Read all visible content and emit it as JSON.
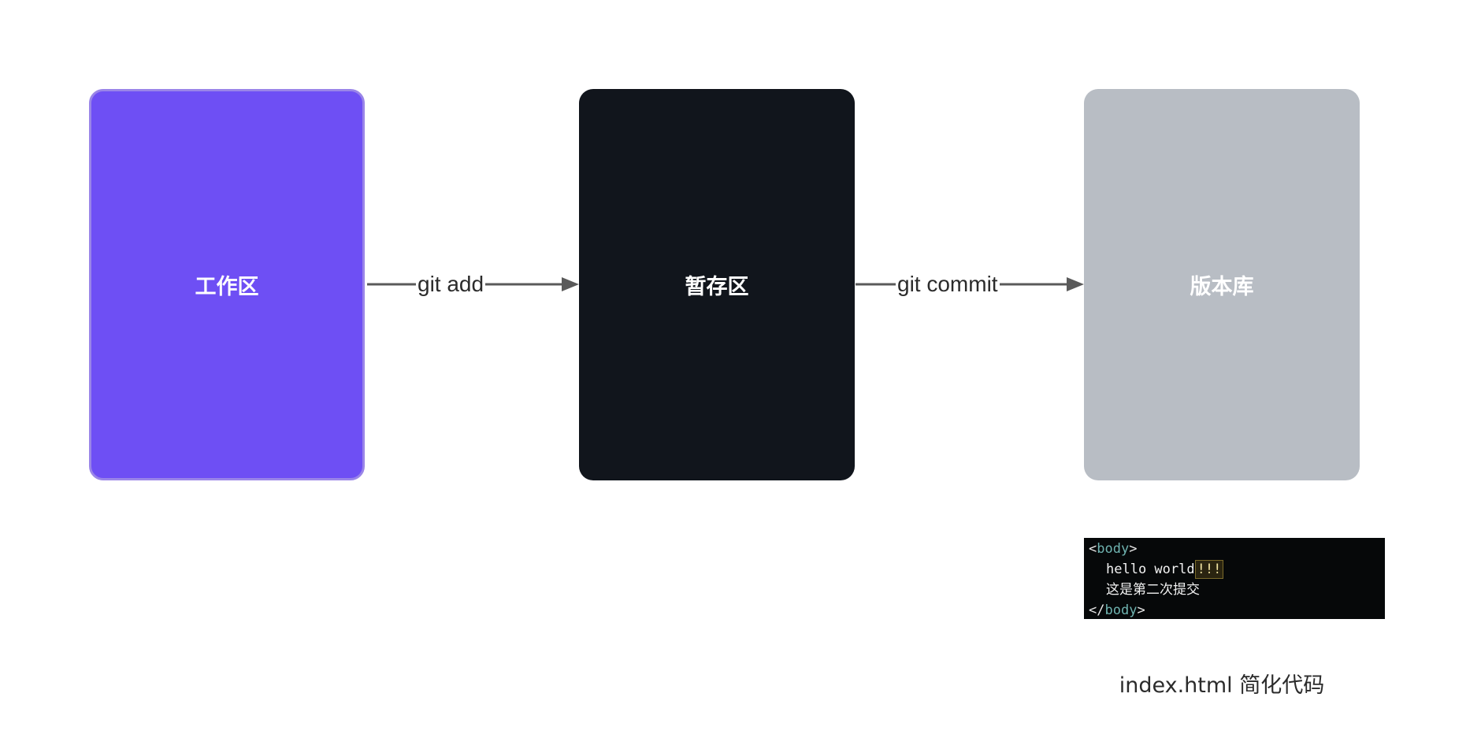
{
  "nodes": {
    "work": {
      "label": "工作区",
      "color": "#6e4ff4"
    },
    "stage": {
      "label": "暂存区",
      "color": "#11151c"
    },
    "repo": {
      "label": "版本库",
      "color": "#b8bdc4"
    }
  },
  "edges": {
    "add": {
      "label": "git add"
    },
    "commit": {
      "label": "git commit"
    }
  },
  "code": {
    "open_tag_lt": "<",
    "open_tag_name": "body",
    "open_tag_gt": ">",
    "line1_text": "hello world",
    "line1_highlight": "!!!",
    "line2_text": "这是第二次提交",
    "close_tag_lt": "</",
    "close_tag_name": "body",
    "close_tag_gt": ">"
  },
  "caption": "index.html 简化代码"
}
